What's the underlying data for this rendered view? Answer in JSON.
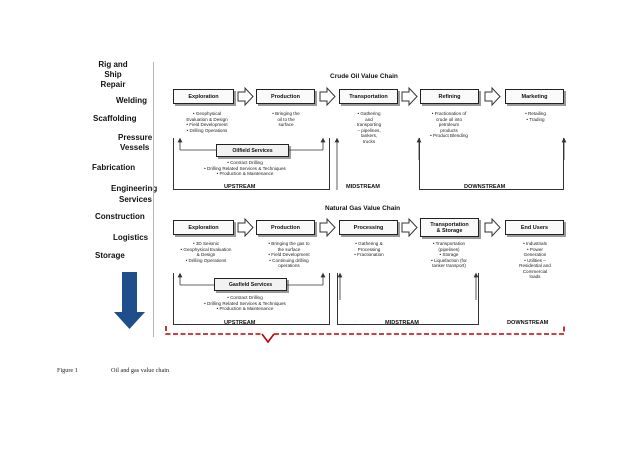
{
  "sidebar": {
    "items": [
      {
        "label": "Rig and"
      },
      {
        "label": "Ship"
      },
      {
        "label": "Repair"
      },
      {
        "label": "Welding"
      },
      {
        "label": "Scaffolding"
      },
      {
        "label": "Pressure"
      },
      {
        "label": "Vessels"
      },
      {
        "label": "Fabrication"
      },
      {
        "label": "Engineering"
      },
      {
        "label": "Services"
      },
      {
        "label": "Construction"
      },
      {
        "label": "Logistics"
      },
      {
        "label": "Storage"
      }
    ]
  },
  "crude": {
    "title": "Crude Oil Value Chain",
    "stages": [
      {
        "label": "Exploration",
        "bullets": [
          "• Geophysical",
          "Evaluation & Design",
          "• Field Development",
          "• Drilling Operations"
        ]
      },
      {
        "label": "Production",
        "bullets": [
          "• Bringing the",
          "oil to the",
          "surface"
        ]
      },
      {
        "label": "Transportation",
        "bullets": [
          "• Gathering",
          "and",
          "transporting",
          "– pipelines,",
          "tankers,",
          "trucks"
        ]
      },
      {
        "label": "Refining",
        "bullets": [
          "• Fractionation of",
          "crude oil into",
          "petroleum",
          "products",
          "• Product Blending"
        ]
      },
      {
        "label": "Marketing",
        "bullets": [
          "• Retailing",
          "• Trading"
        ]
      }
    ],
    "services": {
      "label": "Oilfield Services",
      "bullets": [
        "• Contract Drilling",
        "• Drilling Related Services & Techniques",
        "• Production & Maintenance"
      ]
    },
    "streams": {
      "up": "UPSTREAM",
      "mid": "MIDSTREAM",
      "down": "DOWNSTREAM"
    }
  },
  "gas": {
    "title": "Natural Gas Value Chain",
    "stages": [
      {
        "label": "Exploration",
        "bullets": [
          "• 3D Seismic",
          "• Geophysical Evaluation",
          "& Design",
          "• Drilling Operations"
        ]
      },
      {
        "label": "Production",
        "bullets": [
          "• Bringing the gas to",
          "the surface",
          "• Field Development",
          "• Continuing drilling",
          "operations"
        ]
      },
      {
        "label": "Processing",
        "bullets": [
          "• Gathering &",
          "Processing",
          "• Fractionation"
        ]
      },
      {
        "label": "Transportation\n& Storage",
        "label_line1": "Transportation",
        "label_line2": "& Storage",
        "bullets": [
          "• Transportation",
          "(pipelines)",
          "• Storage",
          "• Liquefaction (for",
          "tanker transport)"
        ]
      },
      {
        "label": "End Users",
        "bullets": [
          "• Industrials",
          "• Power",
          "Generation",
          "• Utilities –",
          "Residential and",
          "Commercial",
          "loads"
        ]
      }
    ],
    "services": {
      "label": "Gasfield Services",
      "bullets": [
        "• Contract Drilling",
        "• Drilling Related Services & Techniques",
        "• Production & Maintenance"
      ]
    },
    "streams": {
      "up": "UPSTREAM",
      "mid": "MIDSTREAM",
      "down": "DOWNSTREAM"
    }
  },
  "caption": {
    "label": "Figure 1",
    "text": "Oil and gas value chain"
  },
  "colors": {
    "down_arrow": "#1f4e8c",
    "brace": "#c00000",
    "shadow": "#9a9a9a"
  }
}
